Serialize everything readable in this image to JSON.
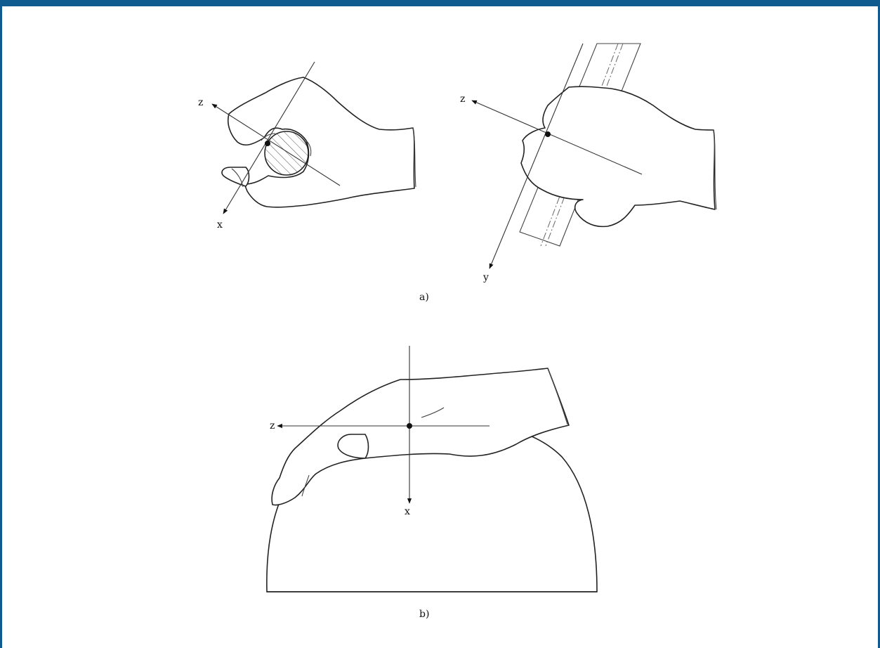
{
  "figure": {
    "border_color": "#0f5a8e",
    "panel_a": {
      "caption": "a)",
      "left_grip": {
        "axes": [
          "z",
          "x"
        ]
      },
      "right_grip": {
        "axes": [
          "z",
          "y"
        ]
      }
    },
    "panel_b": {
      "caption": "b)",
      "axes": [
        "z",
        "x"
      ]
    }
  }
}
